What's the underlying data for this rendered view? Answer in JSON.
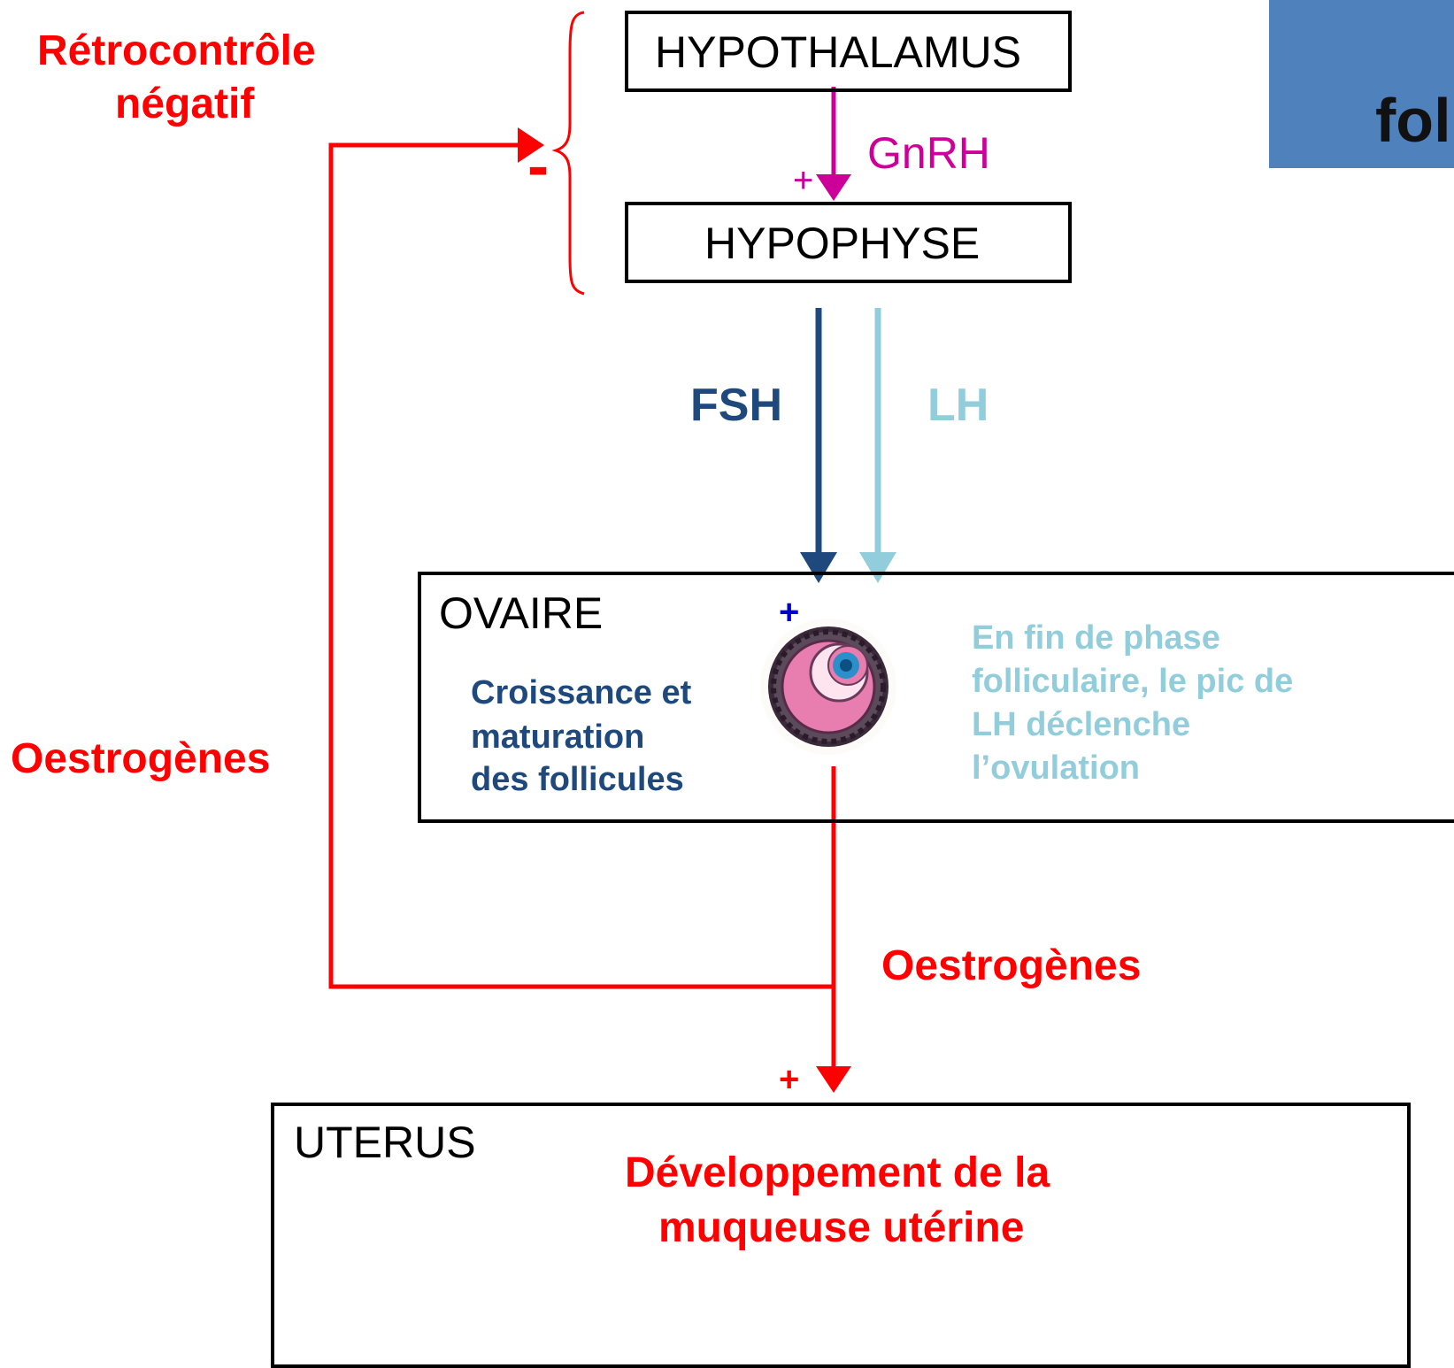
{
  "boxes": {
    "hypothalamus": "HYPOTHALAMUS",
    "hypophyse": "HYPOPHYSE",
    "ovaire": "OVAIRE",
    "uterus": "UTERUS"
  },
  "hormones": {
    "gnrh": "GnRH",
    "fsh": "FSH",
    "lh": "LH",
    "oestrogenes_feedback": "Oestrogènes",
    "oestrogenes_uterus": "Oestrogènes"
  },
  "feedback": {
    "label_line1": "Rétrocontrôle",
    "label_line2": "négatif",
    "minus_sign": "-"
  },
  "signs": {
    "gnrh_plus": "+",
    "ovary_plus": "+",
    "uterus_plus": "+"
  },
  "ovary_text": {
    "growth_line1": "Croissance et",
    "growth_line2": "maturation",
    "growth_line3": "des follicules",
    "ovulation_line1": "En fin de phase",
    "ovulation_line2": "folliculaire, le pic de",
    "ovulation_line3": "LH déclenche",
    "ovulation_line4": "l’ovulation"
  },
  "uterus_text": {
    "line1": "Développement de la",
    "line2": "muqueuse utérine"
  },
  "title_fragment": "fol",
  "colors": {
    "red": "#ff0000",
    "magenta": "#cc0099",
    "fsh_blue": "#1f497d",
    "lh_lightblue": "#92cddc",
    "banner": "#4f81bd"
  }
}
